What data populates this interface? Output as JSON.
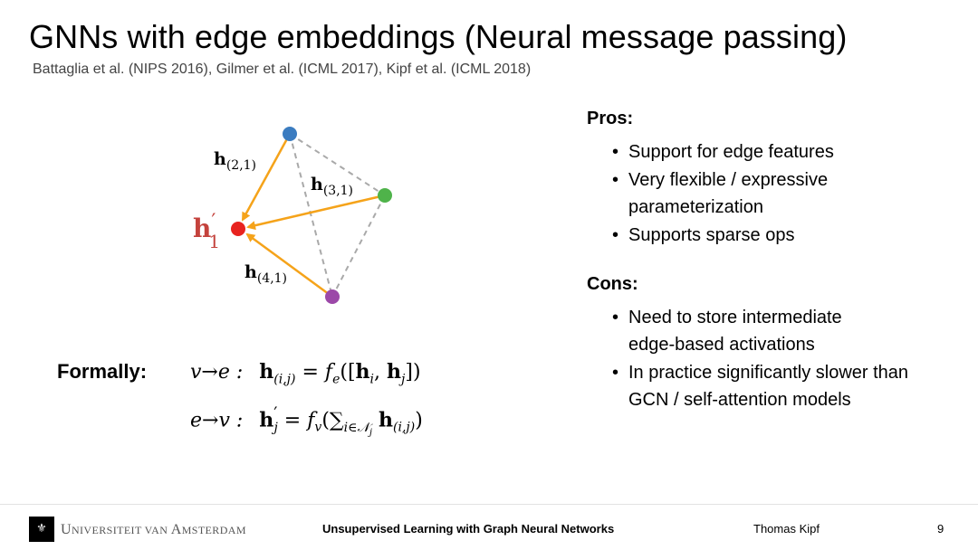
{
  "title": "GNNs with edge embeddings (Neural message passing)",
  "subtitle": "Battaglia et al. (NIPS 2016), Gilmer et al. (ICML 2017), Kipf et al. (ICML 2018)",
  "graph": {
    "node_colors": {
      "target": "#e8231f",
      "top": "#3b7cc0",
      "right": "#4fb34a",
      "bottom": "#9c48a8"
    },
    "edge_color": "#f5a31a",
    "dashed_color": "#a9a9a9",
    "labels": {
      "target_main": "h",
      "target_prime": "′",
      "target_sub": "1",
      "edge_21_main": "h",
      "edge_21_sub": "(2,1)",
      "edge_31_main": "h",
      "edge_31_sub": "(3,1)",
      "edge_41_main": "h",
      "edge_41_sub": "(4,1)"
    }
  },
  "pros": {
    "heading": "Pros:",
    "items": [
      "Support for edge features",
      "Very flexible / expressive parameterization",
      "Supports sparse ops"
    ]
  },
  "cons": {
    "heading": "Cons:",
    "items": [
      "Need to store intermediate edge-based activations",
      "In practice significantly slower than GCN / self-attention models"
    ]
  },
  "formally": {
    "label": "Formally:",
    "eq1_lhs": "v→e :",
    "eq1_h": "h",
    "eq1_sub": "(i,j)",
    "eq1_rhs_eq": " = ",
    "eq1_f": "f",
    "eq1_f_sub": "e",
    "eq1_args_open": "([",
    "eq1_hi": "h",
    "eq1_hi_sub": "i",
    "eq1_comma": ", ",
    "eq1_hj": "h",
    "eq1_hj_sub": "j",
    "eq1_args_close": "])",
    "eq2_lhs": "e→v :",
    "eq2_h": "h",
    "eq2_prime": "′",
    "eq2_sub": "j",
    "eq2_rhs_eq": " = ",
    "eq2_f": "f",
    "eq2_f_sub": "v",
    "eq2_open": "(",
    "eq2_sum": "∑",
    "eq2_sum_sub": "i∈𝒩",
    "eq2_sum_subsub": "j",
    "eq2_space": " ",
    "eq2_hij": "h",
    "eq2_hij_sub": "(i,j)",
    "eq2_close": ")"
  },
  "footer": {
    "logo_text": "⚜",
    "university_U": "U",
    "university_rest1": "niversiteit van ",
    "university_A": "A",
    "university_rest2": "msterdam",
    "course_title": "Unsupervised Learning with Graph Neural Networks",
    "author": "Thomas Kipf",
    "page_number": "9"
  }
}
